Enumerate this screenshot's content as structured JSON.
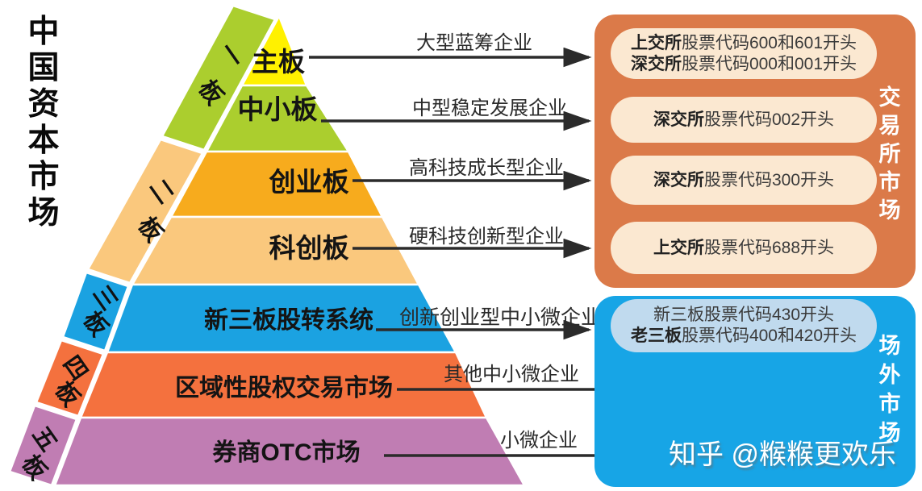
{
  "page_title": {
    "text": "中国资本市场",
    "chars": [
      "中",
      "国",
      "资",
      "本",
      "市",
      "场"
    ]
  },
  "pyramid": {
    "layers": [
      {
        "label": "主板",
        "color": "#fff100"
      },
      {
        "label": "中小板",
        "color": "#abce2e"
      },
      {
        "label": "创业板",
        "color": "#f7ab1d"
      },
      {
        "label": "科创板",
        "color": "#fac87d"
      },
      {
        "label": "新三板股转系统",
        "color": "#1ba2e1"
      },
      {
        "label": "区域性股权交易市场",
        "color": "#f4713e"
      },
      {
        "label": "券商OTC市场",
        "color": "#c07db3"
      }
    ],
    "bands": [
      {
        "label": "一板",
        "chars": [
          "一",
          "板"
        ],
        "color": "#abce2e"
      },
      {
        "label": "二板",
        "chars": [
          "二",
          "板"
        ],
        "color": "#fac87d"
      },
      {
        "label": "三板",
        "chars": [
          "三",
          "板"
        ],
        "color": "#1ba2e1"
      },
      {
        "label": "四板",
        "chars": [
          "四",
          "板"
        ],
        "color": "#f4713e"
      },
      {
        "label": "五板",
        "chars": [
          "五",
          "板"
        ],
        "color": "#c07db3"
      }
    ]
  },
  "arrow_labels": [
    "大型蓝筹企业",
    "中型稳定发展企业",
    "高科技成长型企业",
    "硬科技创新型企业",
    "创新创业型中小微企业",
    "其他中小微企业",
    "小微企业"
  ],
  "exchange_market": {
    "title": "交易所市场",
    "title_chars": [
      "交",
      "易",
      "所",
      "市",
      "场"
    ],
    "panel_color": "#db7a49",
    "box_color": "#fbe8d1",
    "boxes": [
      {
        "lines": [
          {
            "bold": "上交所",
            "rest": "股票代码600和601开头"
          },
          {
            "bold": "深交所",
            "rest": "股票代码000和001开头"
          }
        ]
      },
      {
        "lines": [
          {
            "bold": "深交所",
            "rest": "股票代码002开头"
          }
        ]
      },
      {
        "lines": [
          {
            "bold": "深交所",
            "rest": "股票代码300开头"
          }
        ]
      },
      {
        "lines": [
          {
            "bold": "上交所",
            "rest": "股票代码688开头"
          }
        ]
      }
    ]
  },
  "otc_market": {
    "title": "场外市场",
    "title_chars": [
      "场",
      "外",
      "市",
      "场"
    ],
    "panel_color": "#17a5e6",
    "box_color": "#c0daee",
    "boxes": [
      {
        "lines": [
          {
            "bold": "",
            "rest": "新三板股票代码430开头"
          },
          {
            "bold": "老三板",
            "rest": "股票代码400和420开头"
          }
        ]
      }
    ]
  },
  "watermark": "知乎 @糇糇更欢乐"
}
